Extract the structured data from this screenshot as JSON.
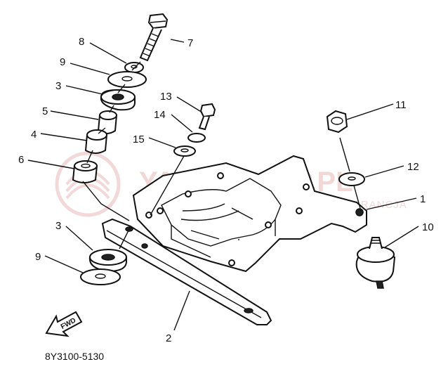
{
  "diagram_code": "8Y3100-5130",
  "fwd_label": "FWD",
  "watermark": {
    "brand": "YAMASKLEP.PL",
    "tagline": "ZNICIECHOWICZ IDEALNA CZĘŚĆ GWARANCJA"
  },
  "callouts": [
    {
      "id": "1",
      "text": "1"
    },
    {
      "id": "2",
      "text": "2"
    },
    {
      "id": "3a",
      "text": "3"
    },
    {
      "id": "3b",
      "text": "3"
    },
    {
      "id": "4",
      "text": "4"
    },
    {
      "id": "5",
      "text": "5"
    },
    {
      "id": "6",
      "text": "6"
    },
    {
      "id": "7",
      "text": "7"
    },
    {
      "id": "8",
      "text": "8"
    },
    {
      "id": "9a",
      "text": "9"
    },
    {
      "id": "9b",
      "text": "9"
    },
    {
      "id": "10",
      "text": "10"
    },
    {
      "id": "11",
      "text": "11"
    },
    {
      "id": "12",
      "text": "12"
    },
    {
      "id": "13",
      "text": "13"
    },
    {
      "id": "14",
      "text": "14"
    },
    {
      "id": "15",
      "text": "15"
    }
  ]
}
